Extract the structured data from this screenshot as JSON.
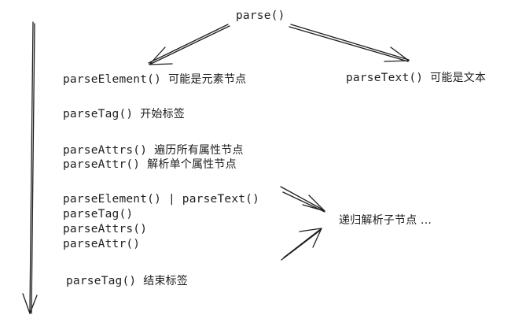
{
  "nodes": {
    "parse": "parse()",
    "element_branch": {
      "code": "parseElement()",
      "note": "可能是元素节点"
    },
    "text_branch": {
      "code": "parseText()",
      "note": "可能是文本"
    }
  },
  "steps": {
    "open_tag": {
      "code": "parseTag()",
      "note": "开始标签"
    },
    "attrs": {
      "code": "parseAttrs()",
      "note": "遍历所有属性节点"
    },
    "attr": {
      "code": "parseAttr()",
      "note": "解析单个属性节点"
    },
    "recursive_block": [
      "parseElement() | parseText()",
      "parseTag()",
      "parseAttrs()",
      "parseAttr()"
    ],
    "recursion_note": "递归解析子节点 ...",
    "close_tag": {
      "code": "parseTag()",
      "note": "结束标签"
    }
  }
}
